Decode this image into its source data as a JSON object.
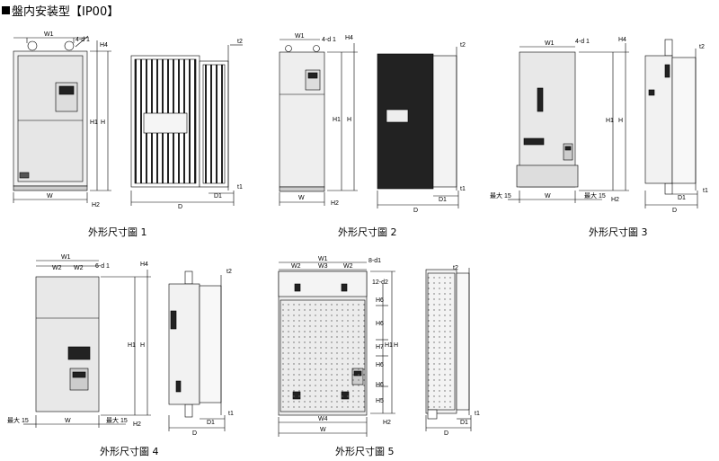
{
  "header": {
    "title": "盤内安装型【IP00】"
  },
  "figures": [
    {
      "caption": "外形尺寸圖 1"
    },
    {
      "caption": "外形尺寸圖 2"
    },
    {
      "caption": "外形尺寸圖 3"
    },
    {
      "caption": "外形尺寸圖 4"
    },
    {
      "caption": "外形尺寸圖 5"
    }
  ],
  "dims": {
    "W": "W",
    "W1": "W1",
    "W2": "W2",
    "W3": "W3",
    "W4": "W4",
    "H": "H",
    "H1": "H1",
    "H2": "H2",
    "H4": "H4",
    "H5": "H5",
    "H6": "H6",
    "H7": "H7",
    "D": "D",
    "D1": "D1",
    "t1": "t1",
    "t2": "t2",
    "holes4": "4-d 1",
    "holes6": "6-d 1",
    "holes8": "8-d1",
    "holes12": "12-d2",
    "max15": "最大 15"
  }
}
